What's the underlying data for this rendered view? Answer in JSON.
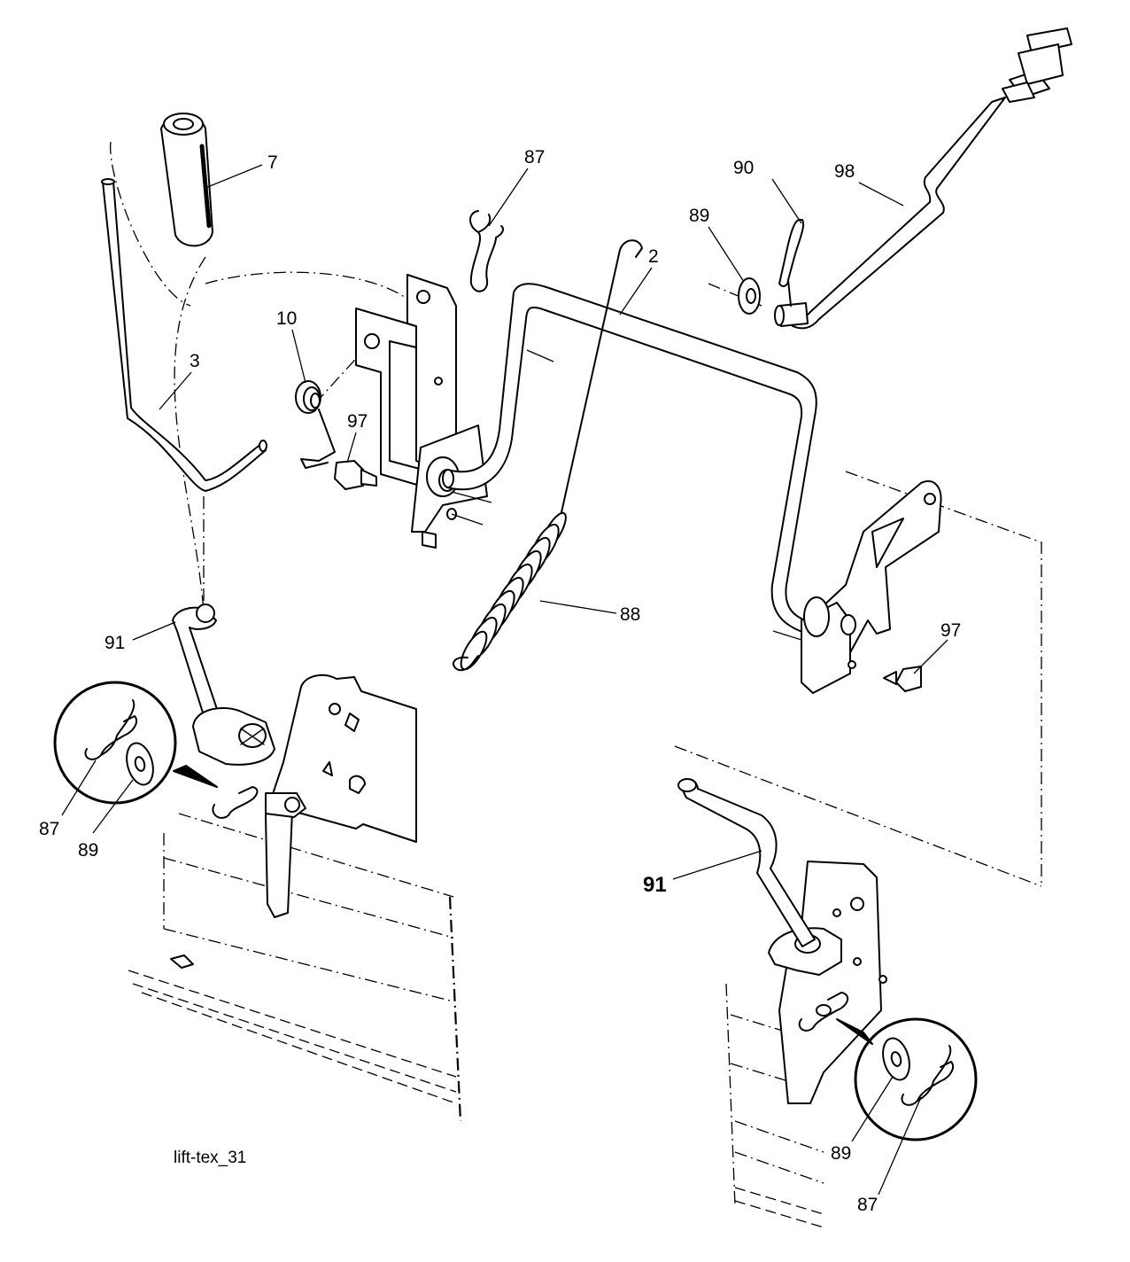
{
  "figure_code": "lift-tex_31",
  "callouts": {
    "c7": "7",
    "c87_top": "87",
    "c90": "90",
    "c98": "98",
    "c89_top": "89",
    "c2": "2",
    "c10": "10",
    "c3": "3",
    "c97_left": "97",
    "c88": "88",
    "c97_right": "97",
    "c91_left": "91",
    "c87_detail_left": "87",
    "c89_detail_left": "89",
    "c91_right": "91",
    "c89_detail_right": "89",
    "c87_detail_right": "87"
  }
}
